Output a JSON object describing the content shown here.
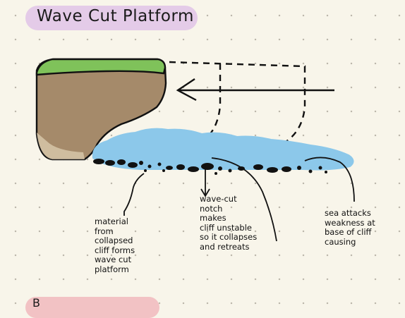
{
  "title": "Wave Cut Platform",
  "next_heading": "B",
  "labels": {
    "material": "material\nfrom\ncollapsed\ncliff forms\nwave cut\nplatform",
    "notch": "wave-cut\nnotch\nmakes\ncliff unstable\nso it collapses\nand retreats",
    "sea": "sea attacks\nweakness at\nbase of cliff\ncausing"
  },
  "colors": {
    "background": "#f8f5ea",
    "title_highlight": "#e4cbe8",
    "next_highlight": "#f2c2c4",
    "grass": "#7fc25a",
    "cliff": "#a58a6a",
    "sea": "#8cc8ea",
    "rock": "#111111"
  }
}
